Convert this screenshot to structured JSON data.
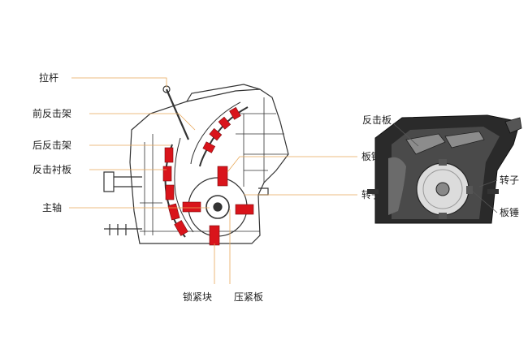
{
  "left_labels": {
    "tie_rod": "拉杆",
    "front_impact_frame": "前反击架",
    "rear_impact_frame": "后反击架",
    "impact_liner": "反击衬板",
    "main_shaft": "主轴",
    "plate_hammer": "板锤",
    "rotor_frame": "转子架",
    "locking_block": "锁紧块",
    "pressure_plate": "压紧板"
  },
  "right_labels": {
    "impact_plate": "反击板",
    "rotor": "转子",
    "plate_hammer": "板锤"
  },
  "colors": {
    "accent": "#d9141b",
    "leader": "#e8a95a",
    "line": "#333333",
    "photo_dark": "#2a2a2a"
  }
}
